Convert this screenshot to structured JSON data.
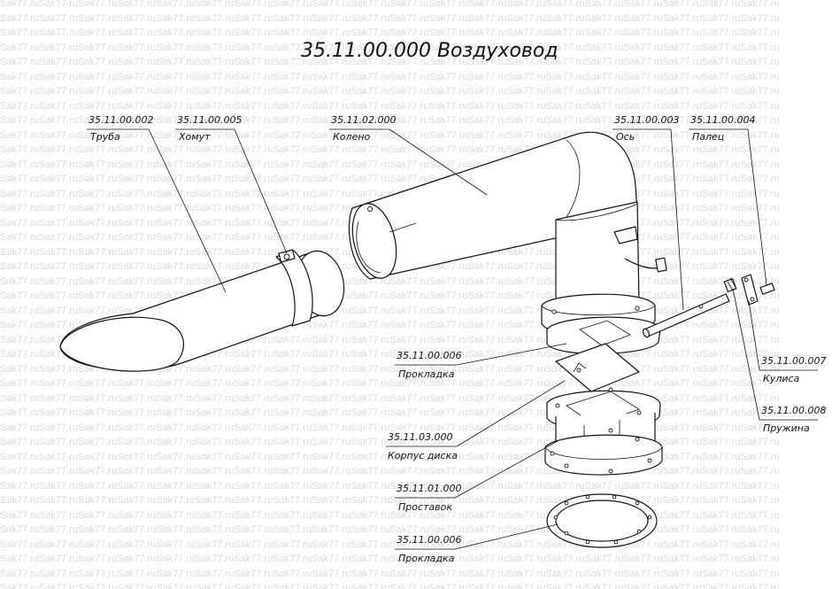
{
  "title": "35.11.00.000 Воздуховод",
  "watermark_text": "Sak77.ru",
  "callouts": [
    {
      "id": "truba",
      "code": "35.11.00.002",
      "name": "Труба"
    },
    {
      "id": "homut",
      "code": "35.11.00.005",
      "name": "Хомут"
    },
    {
      "id": "koleno",
      "code": "35.11.02.000",
      "name": "Колено"
    },
    {
      "id": "os",
      "code": "35.11.00.003",
      "name": "Ось"
    },
    {
      "id": "palec",
      "code": "35.11.00.004",
      "name": "Палец"
    },
    {
      "id": "prokladka-top",
      "code": "35.11.00.006",
      "name": "Прокладка"
    },
    {
      "id": "kulisa",
      "code": "35.11.00.007",
      "name": "Кулиса"
    },
    {
      "id": "korpus",
      "code": "35.11.03.000",
      "name": "Корпус диска"
    },
    {
      "id": "pruzhina",
      "code": "35.11.00.008",
      "name": "Пружина"
    },
    {
      "id": "prostavok",
      "code": "35.11.01.000",
      "name": "Проставок"
    },
    {
      "id": "prokladka-bottom",
      "code": "35.11.00.006",
      "name": "Прокладка"
    }
  ]
}
